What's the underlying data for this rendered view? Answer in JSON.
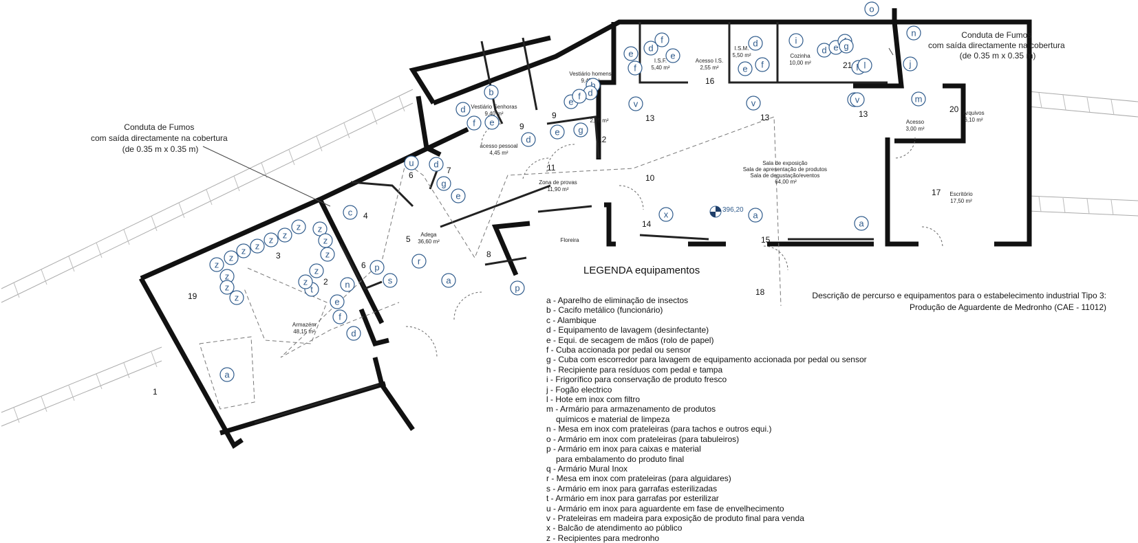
{
  "notes": {
    "fumes_left": [
      "Conduta de Fumos",
      "com saída directamente na cobertura",
      "(de 0.35 m x 0.35 m)"
    ],
    "fumes_right": [
      "Conduta de Fumos",
      "com saída directamente na cobertura",
      "(de 0.35 m x 0.35 m)"
    ]
  },
  "elevation": "396,20",
  "floreira": "Floreira",
  "rooms": [
    {
      "id": "r1",
      "num": "1"
    },
    {
      "id": "r2",
      "num": "2"
    },
    {
      "id": "r3",
      "num": "3"
    },
    {
      "id": "r4",
      "num": "4"
    },
    {
      "id": "r5",
      "num": "5",
      "name": "Adega",
      "area": "36,60 m²"
    },
    {
      "id": "r6a",
      "num": "6"
    },
    {
      "id": "r6b",
      "num": "6"
    },
    {
      "id": "r7",
      "num": "7"
    },
    {
      "id": "r8",
      "num": "8"
    },
    {
      "id": "r9a",
      "num": "9"
    },
    {
      "id": "r9b",
      "num": "9"
    },
    {
      "id": "r10",
      "num": "10"
    },
    {
      "id": "r11",
      "num": "11",
      "name": "Zona de provas",
      "area": "11,90 m²"
    },
    {
      "id": "r12",
      "num": "12",
      "area": "2,35 m²"
    },
    {
      "id": "r13a",
      "num": "13"
    },
    {
      "id": "r13b",
      "num": "13"
    },
    {
      "id": "r13c",
      "num": "13"
    },
    {
      "id": "r14",
      "num": "14"
    },
    {
      "id": "r15",
      "num": "15"
    },
    {
      "id": "r16",
      "num": "16",
      "name": "Acesso I.S.",
      "area": "2,55 m²"
    },
    {
      "id": "r17",
      "num": "17",
      "name": "Escritório",
      "area": "17,50 m²"
    },
    {
      "id": "r18",
      "num": "18"
    },
    {
      "id": "r19",
      "num": "19",
      "name": "Armazém",
      "area": "48,15 m²"
    },
    {
      "id": "r20",
      "num": "20",
      "name": "Arquivos",
      "area": "6,10 m²"
    },
    {
      "id": "r21",
      "num": "21",
      "name": "Cozinha",
      "area": "10,00 m²"
    }
  ],
  "room_labels": [
    {
      "id": "vs",
      "name": "Vestiário Senhoras",
      "area": "9,40 m²"
    },
    {
      "id": "vh",
      "name": "Vestiário homens",
      "area": "9,45 m²"
    },
    {
      "id": "ap",
      "name": "acesso pessoal",
      "area": "4,45 m²"
    },
    {
      "id": "isf",
      "name": "I.S.F.",
      "area": "5,40 m²"
    },
    {
      "id": "ism",
      "name": "I.S.M.",
      "area": "5,50 m²"
    },
    {
      "id": "ac",
      "name": "Acesso",
      "area": "3,00 m²"
    },
    {
      "id": "se",
      "lines": [
        "Sala de exposição",
        "Sala de apresentação de produtos",
        "Sala de degustação/eventos",
        "64,00 m²"
      ]
    }
  ],
  "equipment_markers": [
    "a",
    "a",
    "a",
    "a",
    "b",
    "b",
    "c",
    "d",
    "d",
    "d",
    "d",
    "d",
    "d",
    "d",
    "d",
    "e",
    "e",
    "e",
    "e",
    "e",
    "e",
    "e",
    "e",
    "e",
    "f",
    "f",
    "f",
    "f",
    "f",
    "f",
    "f",
    "g",
    "g",
    "g",
    "h",
    "i",
    "j",
    "l",
    "m",
    "n",
    "n",
    "o",
    "p",
    "p",
    "r",
    "s",
    "t",
    "u",
    "v",
    "v",
    "v",
    "v",
    "x",
    "z",
    "z",
    "z",
    "z",
    "z",
    "z",
    "z",
    "z",
    "z",
    "z",
    "z",
    "z",
    "z",
    "z",
    "z"
  ],
  "legend": {
    "title": "LEGENDA equipamentos",
    "items": [
      [
        "a - Aparelho de eliminação de insectos"
      ],
      [
        "b - Cacifo metálico (funcionário)"
      ],
      [
        "c - Alambique"
      ],
      [
        "d - Equipamento de lavagem (desinfectante)"
      ],
      [
        "e - Equi. de secagem de mãos (rolo de papel)"
      ],
      [
        "f - Cuba accionada por pedal ou sensor"
      ],
      [
        "g - Cuba com escorredor para lavagem de equipamento accionada por pedal ou sensor"
      ],
      [
        "h - Recipiente para resíduos com pedal e tampa"
      ],
      [
        "i - Frigorífico para conservação de produto fresco"
      ],
      [
        "j - Fogão electrico"
      ],
      [
        "l - Hote em inox com filtro"
      ],
      [
        "m - Armário para armazenamento de produtos",
        "químicos e material de limpeza"
      ],
      [
        "n - Mesa em inox com prateleiras (para tachos e outros equi.)"
      ],
      [
        "o - Armário em inox com prateleiras (para tabuleiros)"
      ],
      [
        "p - Armário em inox para caixas e material",
        "para embalamento do produto final"
      ],
      [
        "q - Armário Mural Inox"
      ],
      [
        "r - Mesa em inox com prateleiras (para alguidares)"
      ],
      [
        "s - Armário em inox para garrafas esterilizadas"
      ],
      [
        "t - Armário em inox para garrafas por esterilizar"
      ],
      [
        "u - Armário em inox para aguardente em fase de envelhecimento"
      ],
      [
        "v - Prateleiras em madeira para exposição de produto final para venda"
      ],
      [
        "x - Balcão de atendimento ao público"
      ],
      [
        "z - Recipientes para medronho"
      ]
    ]
  },
  "description": {
    "line1": "Descrição de percurso e equipamentos para  o estabelecimento industrial Tipo 3:",
    "line2": "Produção de Aguardente de Medronho (CAE - 11012)"
  }
}
